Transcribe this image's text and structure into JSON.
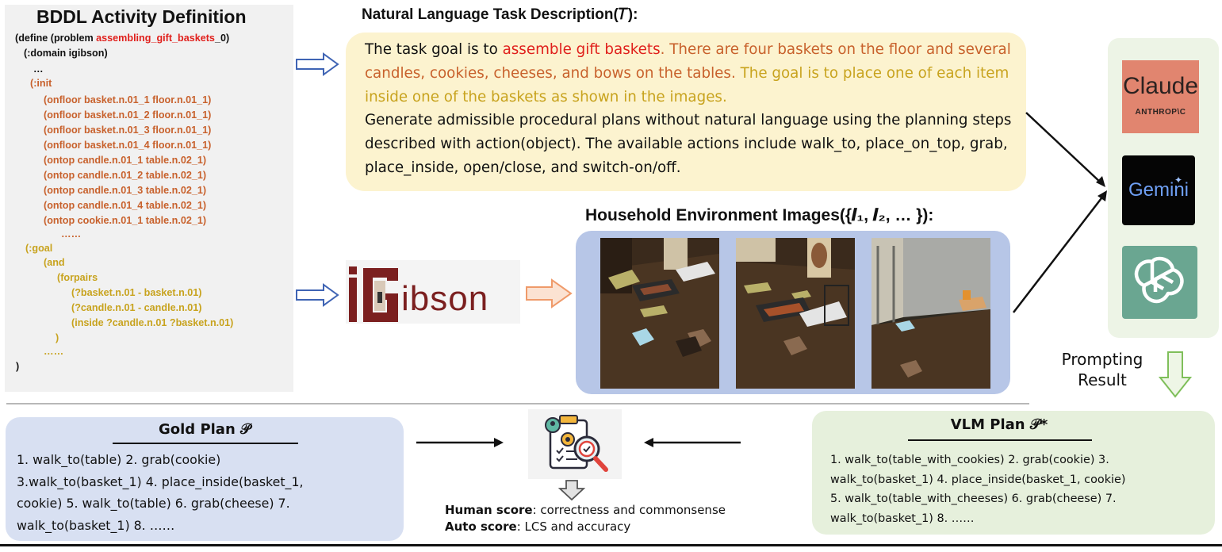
{
  "bddl": {
    "title": "BDDL Activity Definition",
    "define_prefix": "(define (problem ",
    "problem_name": "assembling_gift_baskets",
    "problem_suffix": "_0)",
    "domain": "(:domain igibson)",
    "ellipsis1": "…",
    "init_label": "(:init",
    "init_lines": [
      "(onfloor  basket.n.01_1 floor.n.01_1)",
      "(onfloor  basket.n.01_2 floor.n.01_1)",
      "(onfloor  basket.n.01_3 floor.n.01_1)",
      "(onfloor  basket.n.01_4 floor.n.01_1)",
      "(ontop  candle.n.01_1 table.n.02_1)",
      "(ontop  candle.n.01_2 table.n.02_1)",
      "(ontop  candle.n.01_3 table.n.02_1)",
      "(ontop  candle.n.01_4 table.n.02_1)",
      "(ontop  cookie.n.01_1 table.n.02_1)"
    ],
    "init_ellipsis": "……",
    "goal_label": "(:goal",
    "and_label": "(and",
    "forpairs_label": "(forpairs",
    "goal_lines": [
      "(?basket.n.01 - basket.n.01)",
      "(?candle.n.01 - candle.n.01)",
      "(inside ?candle.n.01 ?basket.n.01)"
    ],
    "close_paren": ")",
    "goal_ellipsis": "……",
    "final_paren": ")"
  },
  "nl": {
    "title": "Natural Language Task Description(𝑇):",
    "p1": "The task goal is to ",
    "p1_highlight": "assemble gift baskets",
    "p1_rest": ". There are four baskets on the floor and several candles, cookies, cheeses, and bows on the tables.",
    "p1_olive": " The goal is to place one of each item inside one of the baskets as shown in the images.",
    "p2": "Generate admissible procedural plans without natural language using the planning steps described with action(object). The available actions include walk_to, place_on_top, grab, place_inside, open/close, and switch-on/off."
  },
  "images": {
    "title": "Household Environment Images({𝑰₁, 𝑰₂, … }):"
  },
  "logo": {
    "igibson_i": "i",
    "igibson_rest": "ibson"
  },
  "models": {
    "claude_name": "Claude",
    "claude_sub": "ANTHROP\\C",
    "gemini_name": "Gemini"
  },
  "prompting": {
    "line1": "Prompting",
    "line2": "Result"
  },
  "gold": {
    "title": "Gold Plan 𝒫",
    "lines": [
      "1. walk_to(table) 2. grab(cookie)",
      "3.walk_to(basket_1) 4. place_inside(basket_1,",
      "cookie) 5. walk_to(table) 6. grab(cheese) 7.",
      "walk_to(basket_1) 8. ……"
    ]
  },
  "vlm": {
    "title": "VLM Plan 𝒫*",
    "lines": [
      "1. walk_to(table_with_cookies) 2. grab(cookie) 3.",
      "walk_to(basket_1) 4. place_inside(basket_1, cookie)",
      "5. walk_to(table_with_cheeses) 6. grab(cheese) 7.",
      "walk_to(basket_1) 8. ……"
    ]
  },
  "scores": {
    "human_label": "Human score",
    "human_text": ": correctness and commonsense",
    "auto_label": "Auto score",
    "auto_text": ": LCS and accuracy"
  },
  "colors": {
    "red": "#e0201c",
    "orange": "#c8612c",
    "olive": "#c8a31e",
    "nl_box": "#fcf3cf",
    "img_panel": "#b7c6e7",
    "gold_box": "#d8e0f2",
    "vlm_box": "#e6f0dc"
  }
}
